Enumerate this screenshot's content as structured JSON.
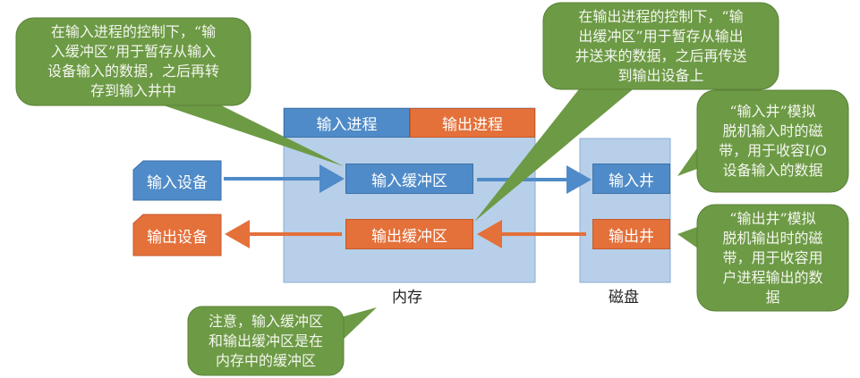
{
  "colors": {
    "blue": "#4f8bc8",
    "orange": "#e4703a",
    "bubble_green": "#6d9a45",
    "container_fill": "#b7cfe8"
  },
  "memory": {
    "label": "内存",
    "header_input_process": "输入进程",
    "header_output_process": "输出进程",
    "input_buffer": "输入缓冲区",
    "output_buffer": "输出缓冲区"
  },
  "devices": {
    "input_device": "输入设备",
    "output_device": "输出设备"
  },
  "disk": {
    "label": "磁盘",
    "input_well": "输入井",
    "output_well": "输出井"
  },
  "callouts": {
    "input_buffer_note": "在输入进程的控制下，“输\n入缓冲区”用于暂存从输入\n设备输入的数据，之后再转\n存到输入井中",
    "output_buffer_note": "在输出进程的控制下，“输\n出缓冲区”用于暂存从输出\n井送来的数据，之后再传送\n到输出设备上",
    "input_well_note": "“输入井”模拟\n脱机输入时的磁\n带，用于收容I/O\n设备输入的数据",
    "output_well_note": "“输出井”模拟\n脱机输出时的磁\n带，用于收容用\n户进程输出的数\n据",
    "memory_note": "注意，输入缓冲区\n和输出缓冲区是在\n内存中的缓冲区"
  }
}
